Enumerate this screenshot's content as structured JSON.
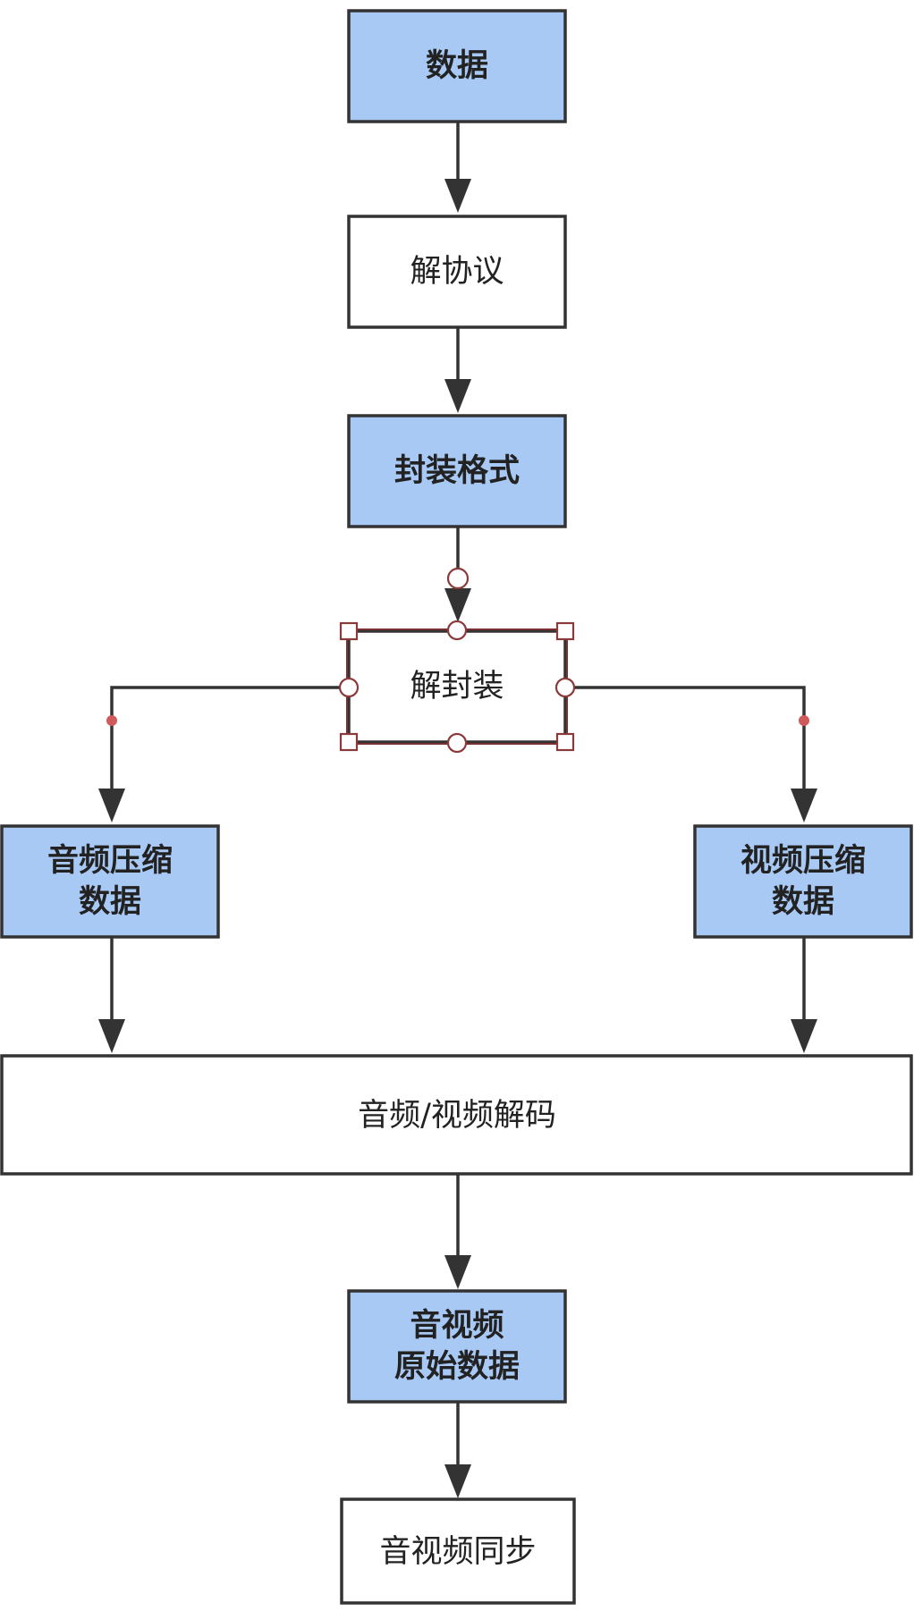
{
  "diagram": {
    "nodes": {
      "data": {
        "label": "数据"
      },
      "deprotocol": {
        "label": "解协议"
      },
      "container": {
        "label": "封装格式"
      },
      "demux": {
        "label": "解封装"
      },
      "audio_compressed": {
        "lines": [
          "音频压缩",
          "数据"
        ]
      },
      "video_compressed": {
        "lines": [
          "视频压缩",
          "数据"
        ]
      },
      "decode": {
        "label": "音频/视频解码"
      },
      "raw": {
        "lines": [
          "音视频",
          "原始数据"
        ]
      },
      "sync": {
        "label": "音视频同步"
      }
    },
    "colors": {
      "box_fill_highlight": "#a9c9f5",
      "box_fill_plain": "#ffffff",
      "stroke": "#333333",
      "selection": "#8a3a3a"
    }
  }
}
